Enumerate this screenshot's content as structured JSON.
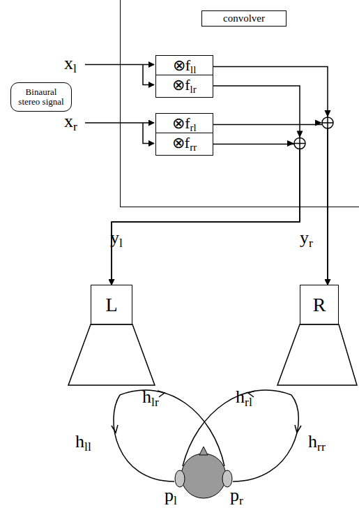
{
  "diagram": {
    "nodes": [
      {
        "text": [
          "convolver"
        ]
      },
      {
        "text": [
          "⊗fll"
        ],
        "in": 0
      },
      {
        "text": [
          "⊗flr"
        ],
        "in": 0
      },
      {
        "text": [
          "⊗frl"
        ],
        "in": 0
      },
      {
        "text": [
          "⊗frr"
        ],
        "in": 0
      },
      {
        "text": [
          "Binaural stereo signal"
        ]
      },
      {
        "text": [
          "L"
        ]
      },
      {
        "text": [
          "R"
        ]
      }
    ],
    "edges": [
      {
        "from": 1,
        "to": 7,
        "arrow": "to"
      },
      {
        "from": 3,
        "to": 7,
        "arrow": "to"
      },
      {
        "from": 2,
        "to": 6,
        "arrow": "to"
      },
      {
        "from": 4,
        "to": 6,
        "arrow": "to"
      }
    ],
    "labels": [
      "xl",
      "xr",
      "yl",
      "yr",
      "hlr",
      "hrl",
      "hll",
      "hrr",
      "pl",
      "pr"
    ]
  }
}
